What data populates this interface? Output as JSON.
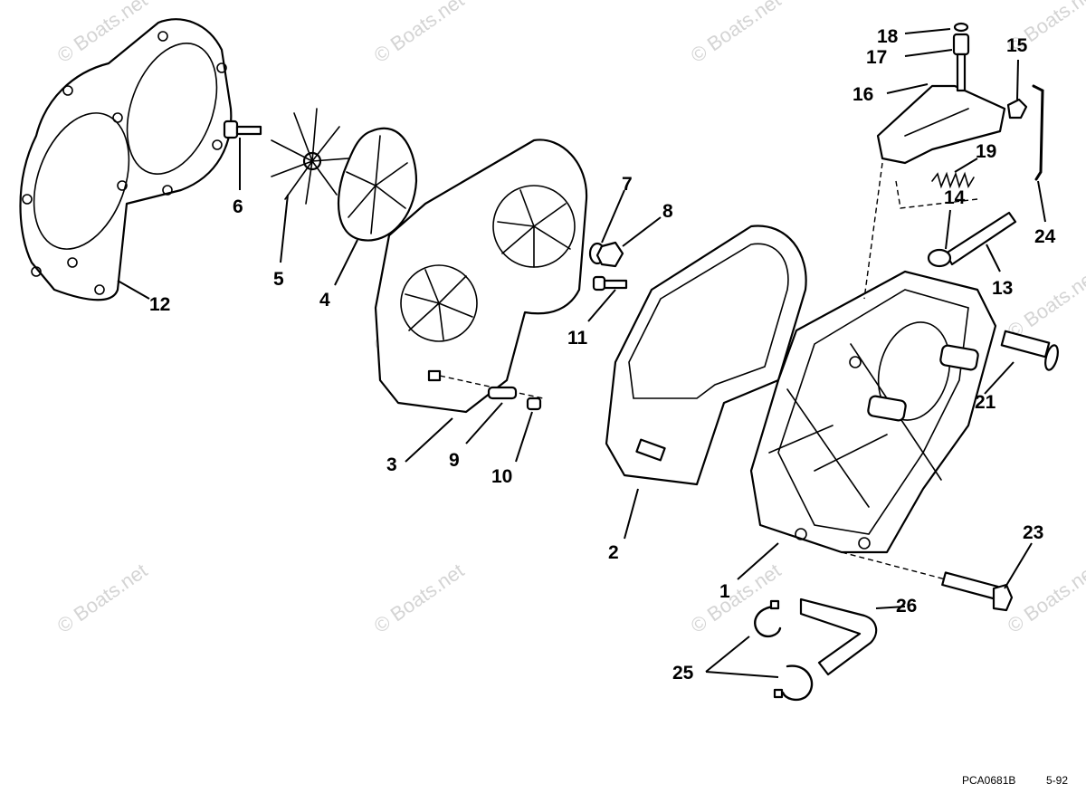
{
  "watermark": "© Boats.net",
  "callouts": [
    "1",
    "2",
    "3",
    "4",
    "5",
    "6",
    "7",
    "8",
    "9",
    "10",
    "11",
    "12",
    "13",
    "14",
    "15",
    "16",
    "17",
    "18",
    "19",
    "21",
    "23",
    "24",
    "25",
    "26"
  ],
  "footer": {
    "code": "PCA0681B",
    "date": "5-92"
  },
  "colors": {
    "line": "#000000",
    "background": "#ffffff",
    "watermark": "#d4d4d4"
  }
}
